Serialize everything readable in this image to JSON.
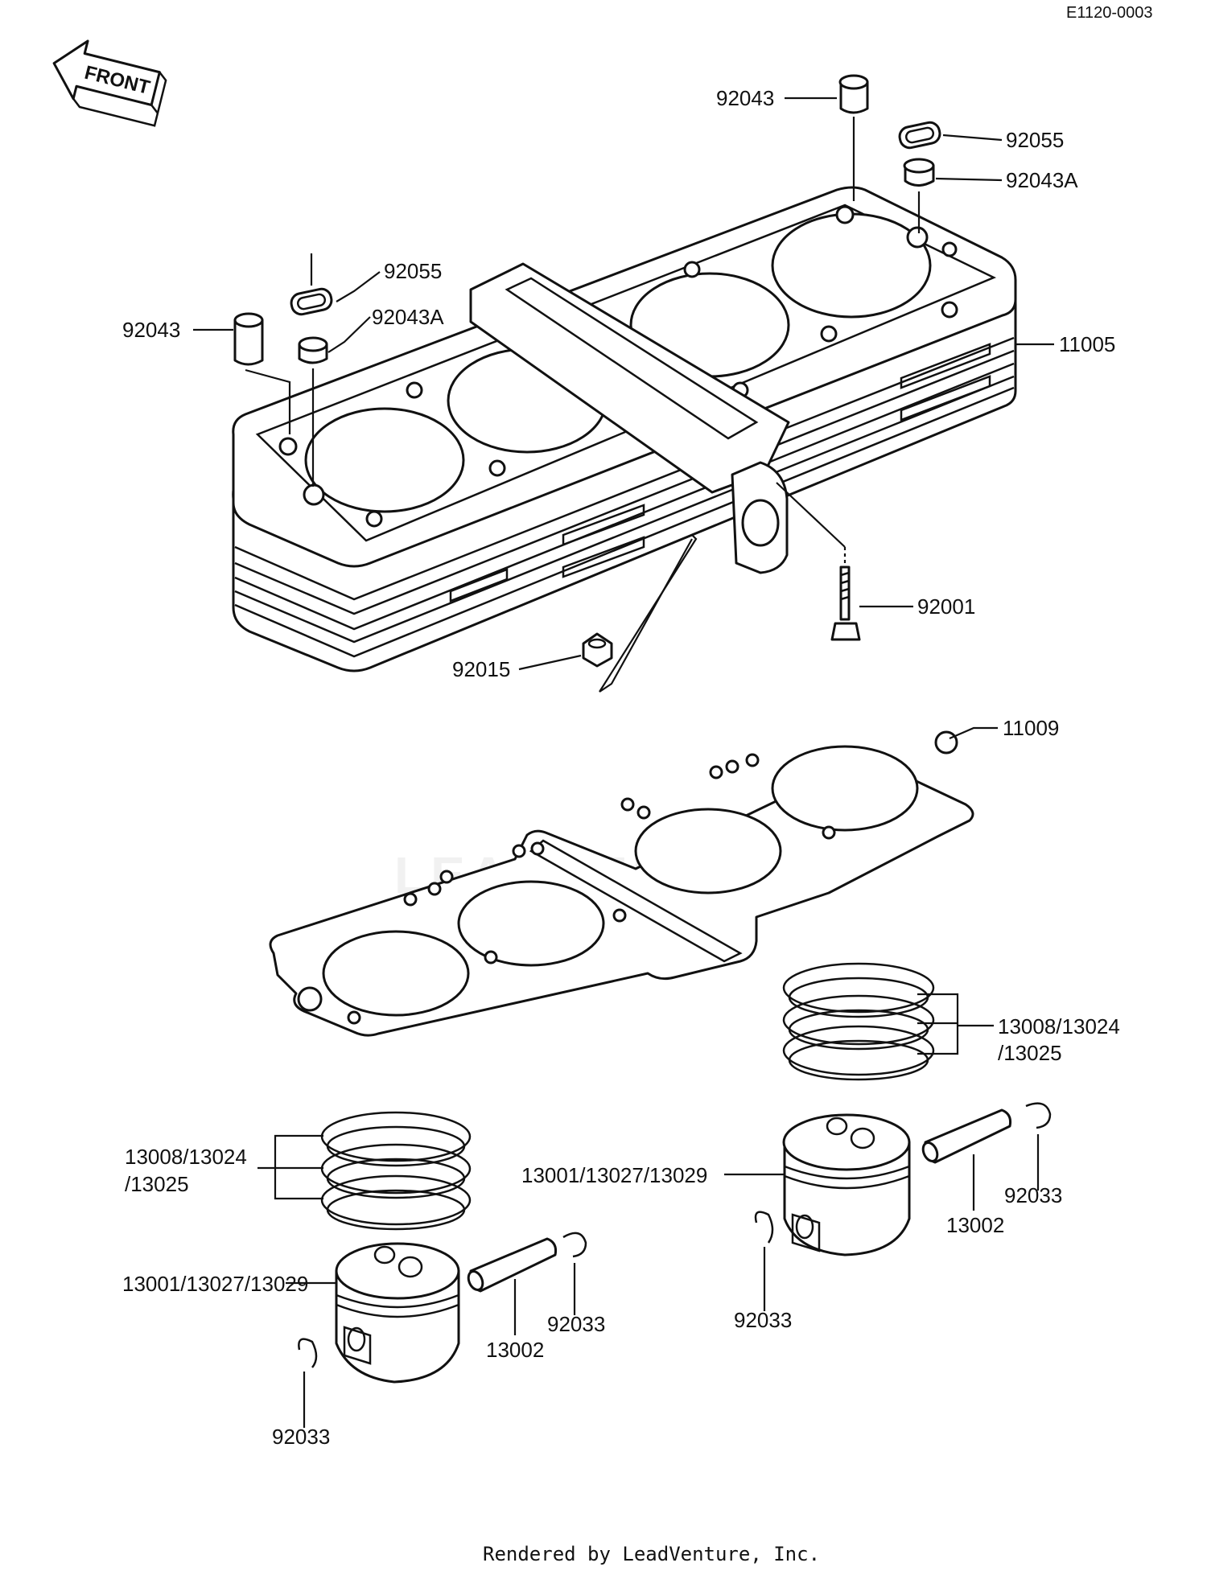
{
  "diagram_code": "E1120-0003",
  "front_label": "FRONT",
  "footer": "Rendered by LeadVenture, Inc.",
  "watermark": "LEADVENTURE",
  "callouts": {
    "c92043_top": "92043",
    "c92055_top": "92055",
    "c92043A_top": "92043A",
    "c92055_left": "92055",
    "c92043A_left": "92043A",
    "c92043_left": "92043",
    "c11005": "11005",
    "c92001": "92001",
    "c92015": "92015",
    "c11009": "11009",
    "c13008_right_a": "13008/13024",
    "c13008_right_b": "/13025",
    "c13008_left_a": "13008/13024",
    "c13008_left_b": "/13025",
    "c13001_right": "13001/13027/13029",
    "c13001_left": "13001/13027/13029",
    "c13002_right": "13002",
    "c13002_left": "13002",
    "c92033_r1": "92033",
    "c92033_r2": "92033",
    "c92033_l1": "92033",
    "c92033_l2": "92033"
  }
}
